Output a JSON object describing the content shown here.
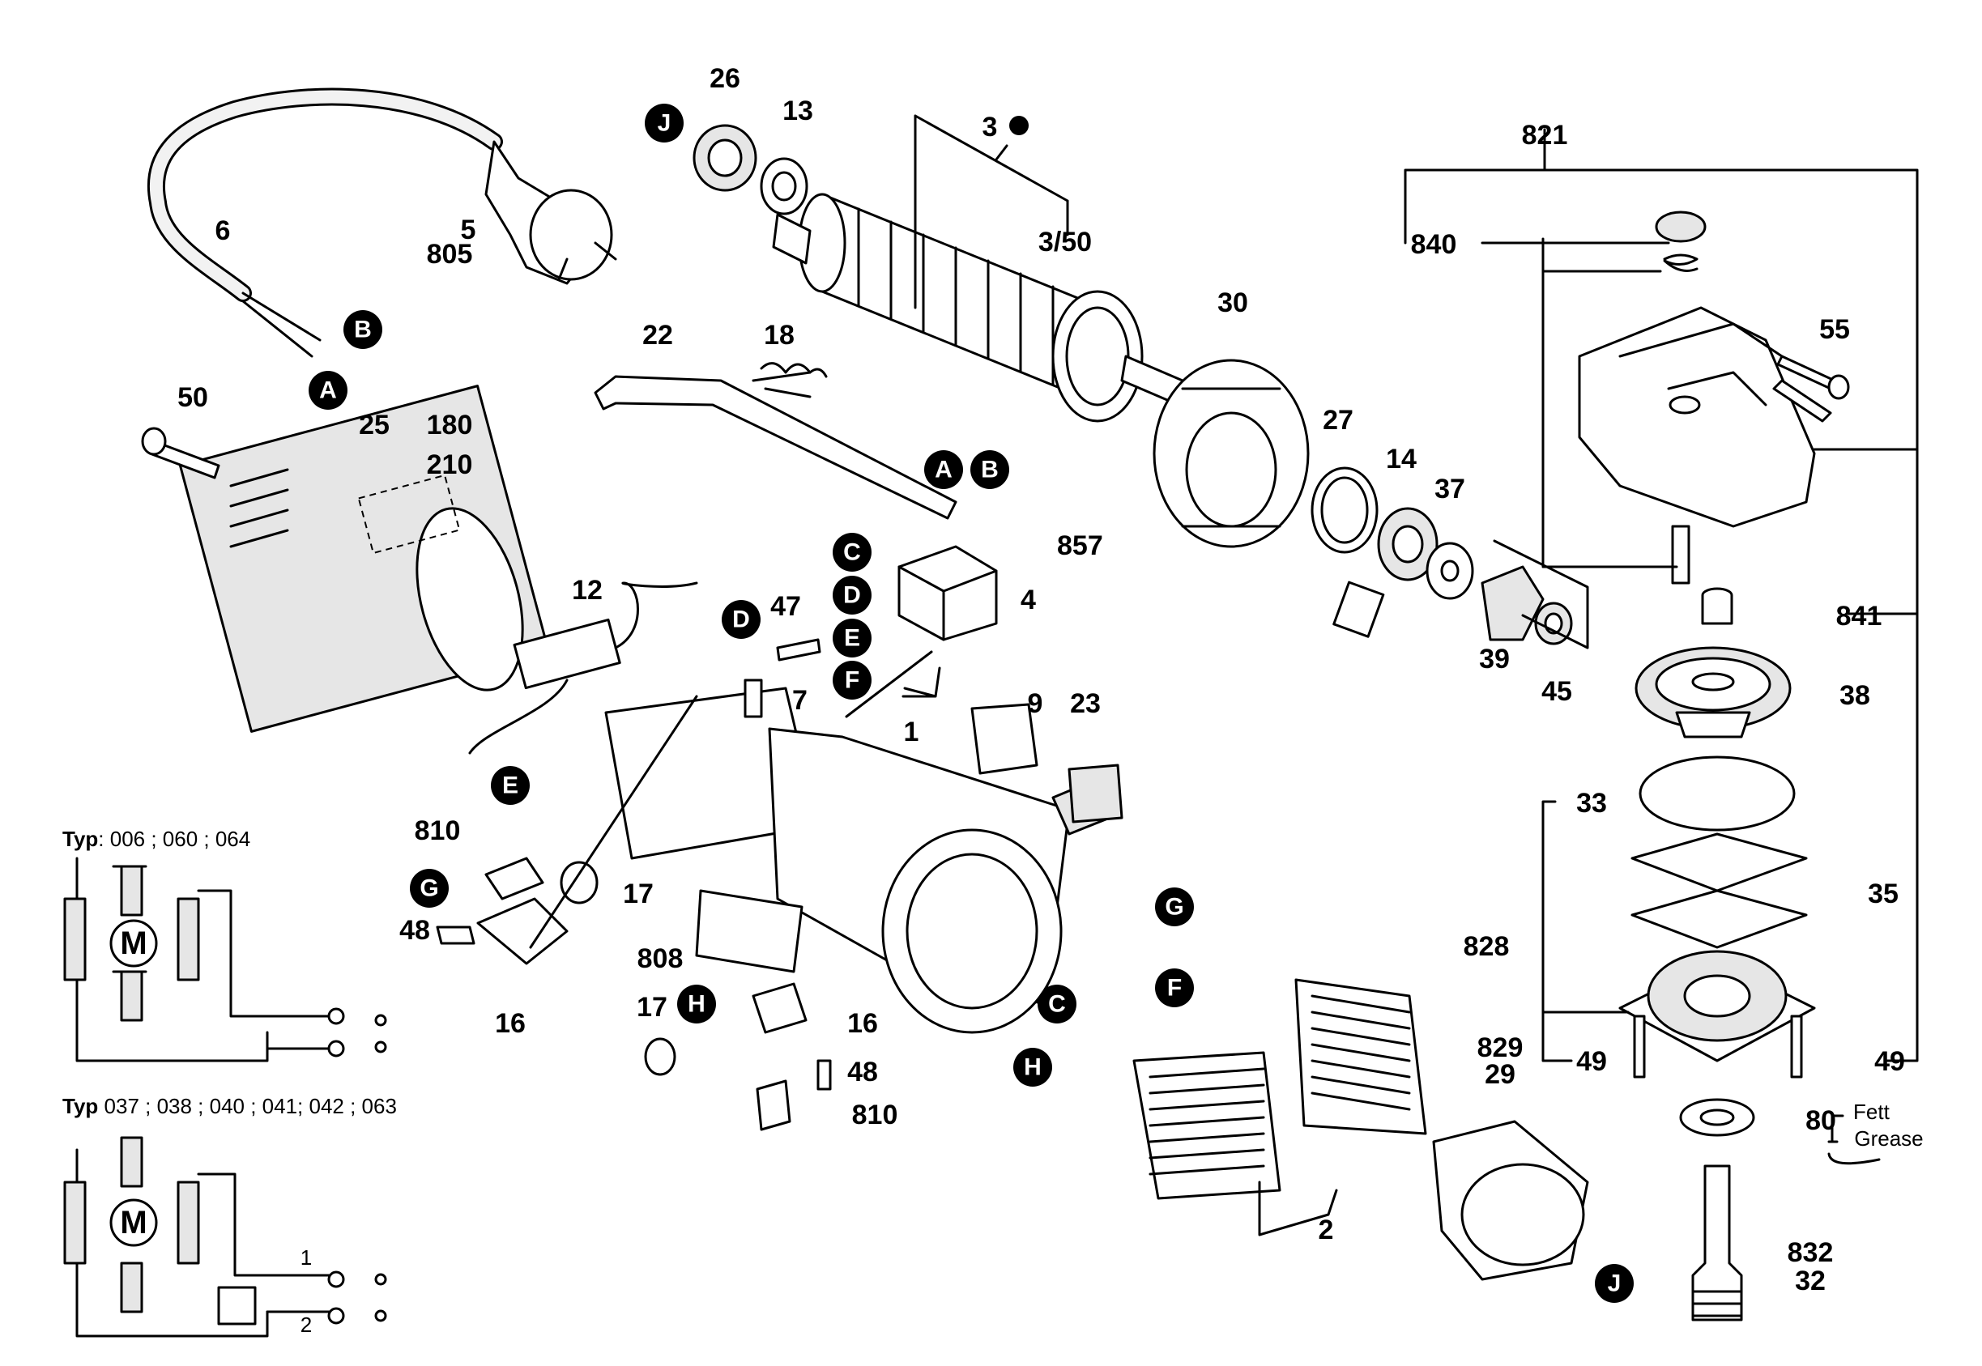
{
  "labels": {
    "l26": "26",
    "l13": "13",
    "l3": "3",
    "l3_50": "3/50",
    "l821": "821",
    "l840": "840",
    "l6": "6",
    "l5": "5",
    "l805": "805",
    "l22": "22",
    "l18": "18",
    "l30": "30",
    "l55": "55",
    "l50": "50",
    "l25": "25",
    "l180": "180",
    "l210": "210",
    "l27": "27",
    "l14": "14",
    "l37": "37",
    "l857": "857",
    "l4": "4",
    "l12": "12",
    "l47": "47",
    "l7": "7",
    "l39": "39",
    "l45": "45",
    "l841": "841",
    "l38": "38",
    "l9": "9",
    "l23": "23",
    "l1": "1",
    "l33": "33",
    "l35": "35",
    "l810a": "810",
    "l17a": "17",
    "l48a": "48",
    "l808": "808",
    "l16a": "16",
    "l828": "828",
    "l17b": "17",
    "l16b": "16",
    "l48b": "48",
    "l810b": "810",
    "l829": "829",
    "l29": "29",
    "l49a": "49",
    "l49b": "49",
    "l80": "80",
    "l2": "2",
    "l832": "832",
    "l32": "32"
  },
  "markers": {
    "J": "J",
    "A": "A",
    "B": "B",
    "C": "C",
    "D": "D",
    "E": "E",
    "F": "F",
    "G": "G",
    "H": "H"
  },
  "grease": {
    "line1": "Fett",
    "line2": "Grease"
  },
  "typ1": {
    "prefix": "Typ",
    "codes": ": 006 ; 060 ; 064"
  },
  "typ2": {
    "prefix": "Typ",
    "codes": " 037 ; 038 ; 040 ; 041; 042 ; 063"
  },
  "motor": {
    "symbol": "M",
    "switch1": "1",
    "switch2": "2"
  },
  "markers_legend": {
    "filled_dot": "filled-circle-icon"
  }
}
